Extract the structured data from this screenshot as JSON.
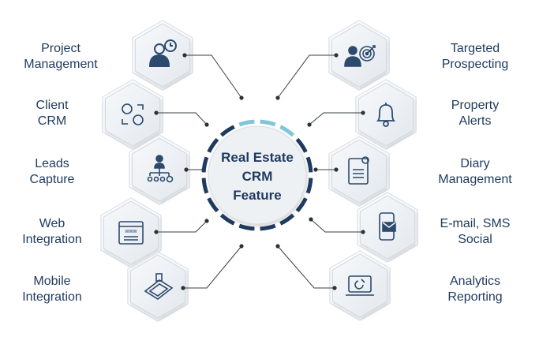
{
  "center": {
    "lines": [
      "Real Estate",
      "CRM",
      "Feature"
    ]
  },
  "left_features": [
    {
      "lines": [
        "Project",
        "Management"
      ],
      "icon": "project-management-icon"
    },
    {
      "lines": [
        "Client",
        "CRM"
      ],
      "icon": "client-crm-icon"
    },
    {
      "lines": [
        "Leads",
        "Capture"
      ],
      "icon": "leads-capture-icon"
    },
    {
      "lines": [
        "Web",
        "Integration"
      ],
      "icon": "web-integration-icon"
    },
    {
      "lines": [
        "Mobile",
        "Integration"
      ],
      "icon": "mobile-integration-icon"
    }
  ],
  "right_features": [
    {
      "lines": [
        "Targeted",
        "Prospecting"
      ],
      "icon": "targeted-prospecting-icon"
    },
    {
      "lines": [
        "Property",
        "Alerts"
      ],
      "icon": "bell-icon"
    },
    {
      "lines": [
        "Diary",
        "Management"
      ],
      "icon": "diary-document-icon"
    },
    {
      "lines": [
        "E-mail, SMS",
        "Social"
      ],
      "icon": "mobile-mail-icon"
    },
    {
      "lines": [
        "Analytics",
        "Reporting"
      ],
      "icon": "analytics-laptop-icon"
    }
  ],
  "colors": {
    "text": "#1f3a5f",
    "icon": "#2c4a6e",
    "hex_fill": "#eef1f4",
    "hex_border": "#d3dbe3",
    "ring_dark": "#1f3a5f",
    "ring_light": "#7fc6d8"
  }
}
